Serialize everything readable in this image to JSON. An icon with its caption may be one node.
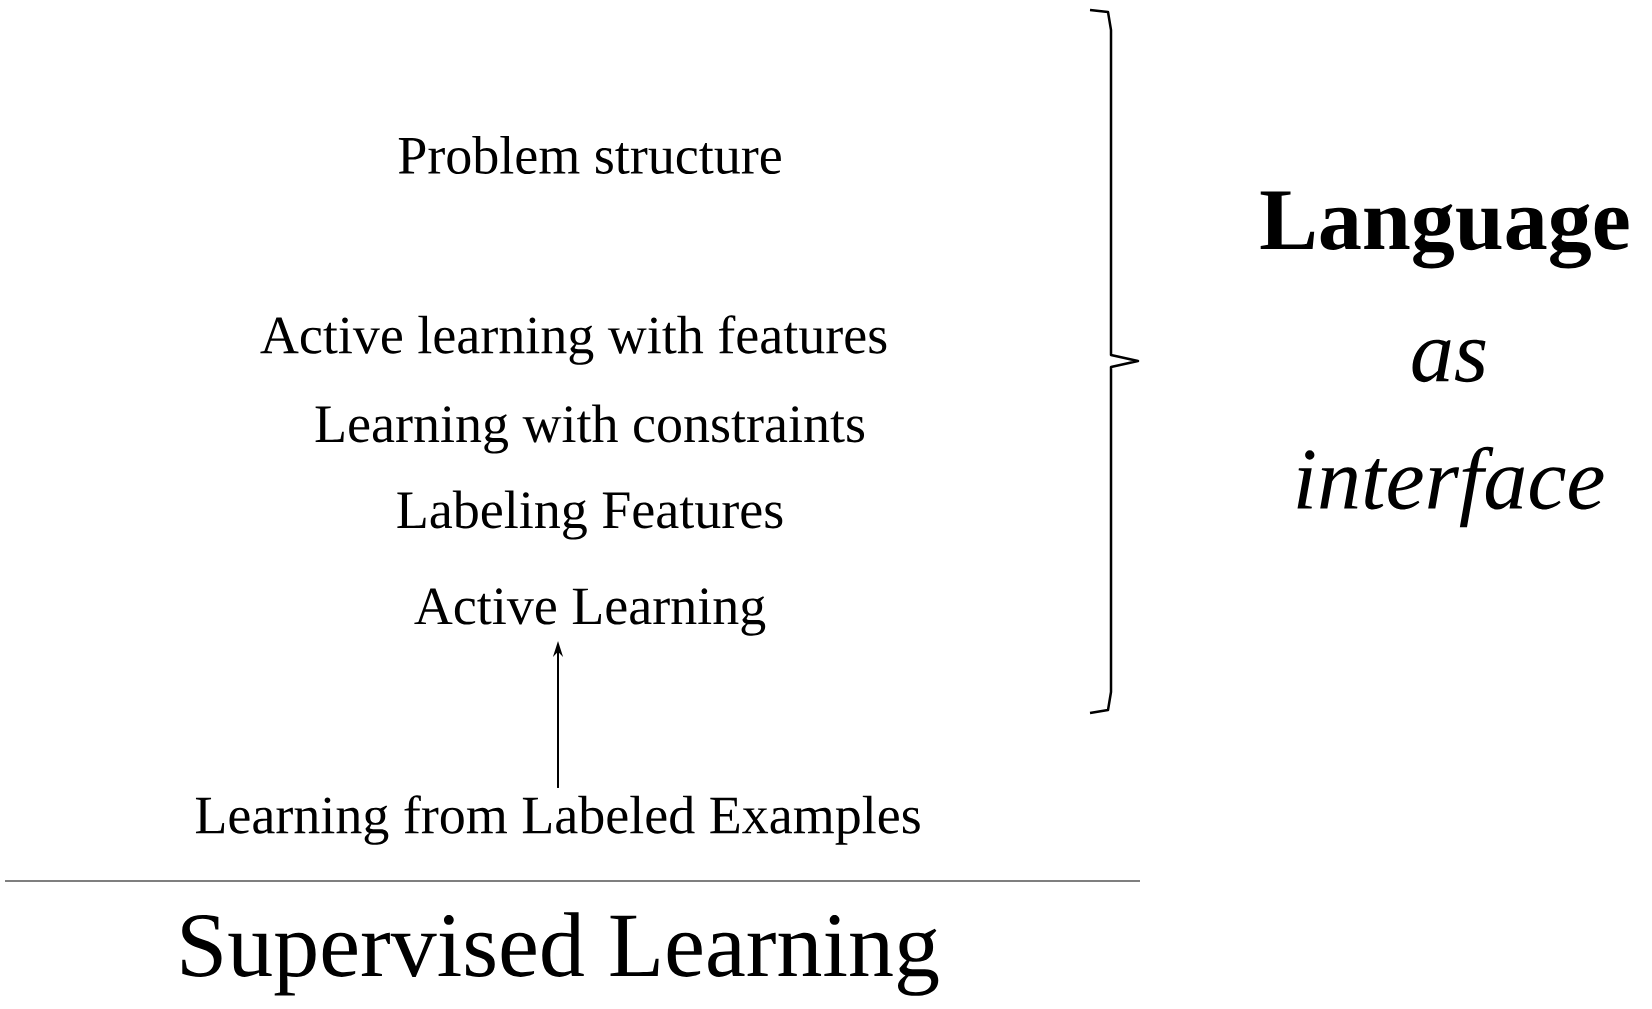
{
  "diagram": {
    "nodes": [
      {
        "text": [
          "Active Learning"
        ]
      },
      {
        "text": [
          "Learning from Labeled Examples"
        ]
      }
    ],
    "edges": [
      {
        "from": 1,
        "to": 0,
        "arrow": "to"
      }
    ],
    "labels": [
      "Problem structure",
      "Active learning with features",
      "Learning with constraints",
      "Labeling Features",
      "Language",
      "as",
      "interface",
      "Supervised Learning"
    ]
  }
}
